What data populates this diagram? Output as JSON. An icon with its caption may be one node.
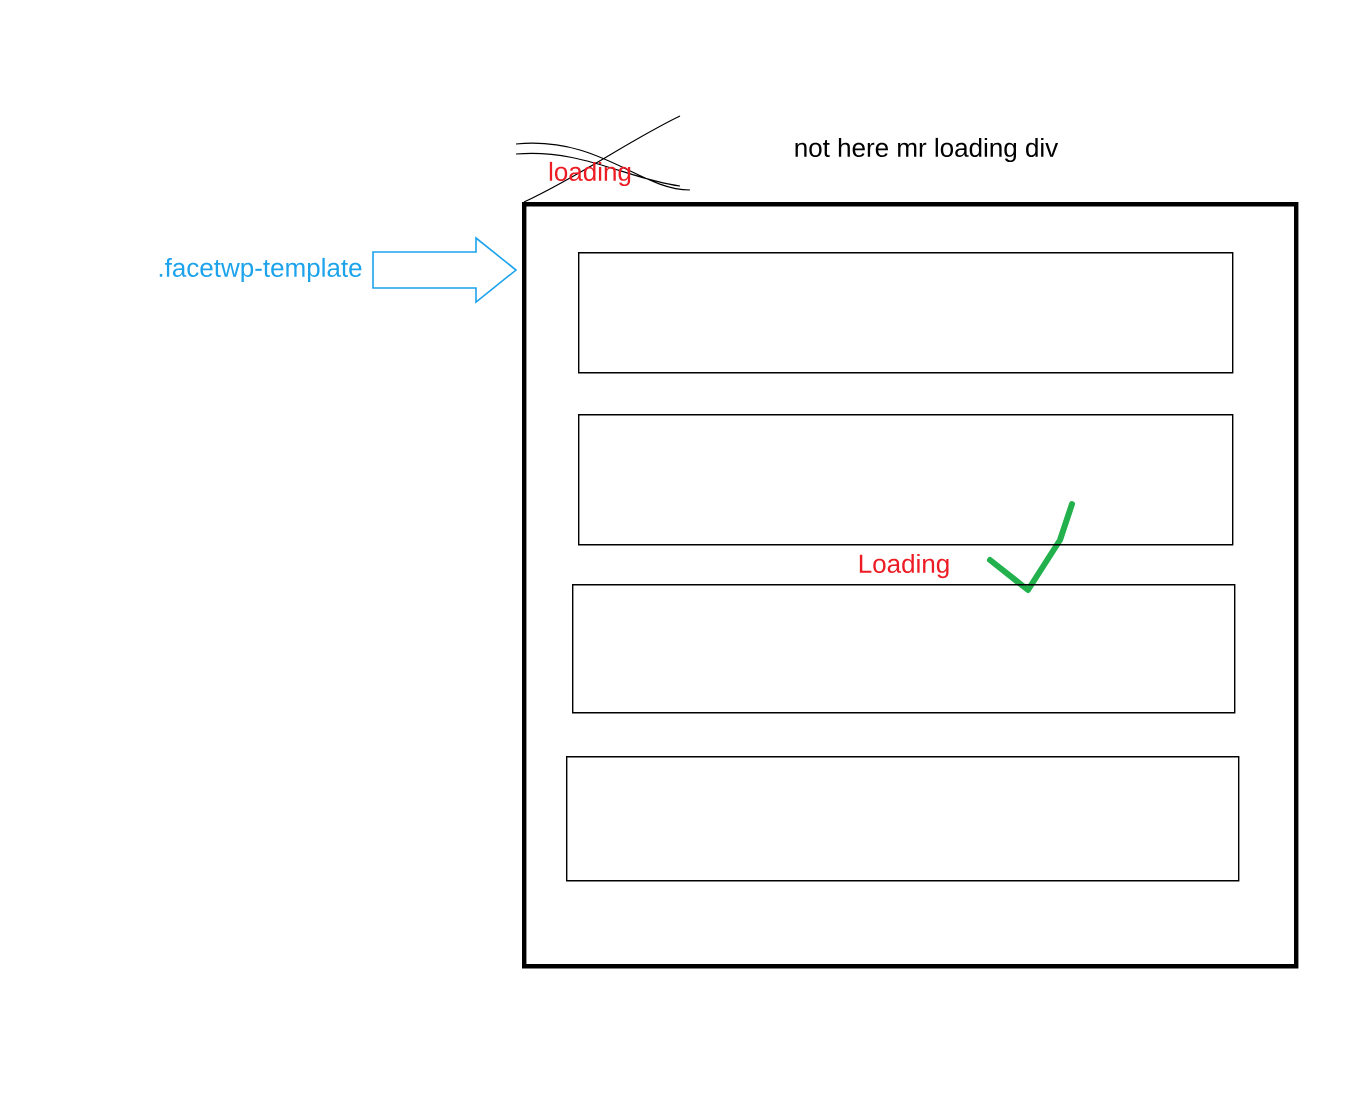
{
  "diagram": {
    "nodes": [
      {
        "text": [
          ".facetwp-template"
        ]
      },
      {
        "text": [],
        "shape": "box"
      },
      {
        "text": [],
        "shape": "box",
        "in": 1
      },
      {
        "text": [],
        "shape": "box",
        "in": 1
      },
      {
        "text": [],
        "shape": "box",
        "in": 1
      },
      {
        "text": [],
        "shape": "box",
        "in": 1
      }
    ],
    "edges": [
      {
        "from": 0,
        "to": 1,
        "arrow": "to"
      }
    ],
    "labels": [
      "loading",
      "not here mr loading div",
      "Loading"
    ]
  }
}
